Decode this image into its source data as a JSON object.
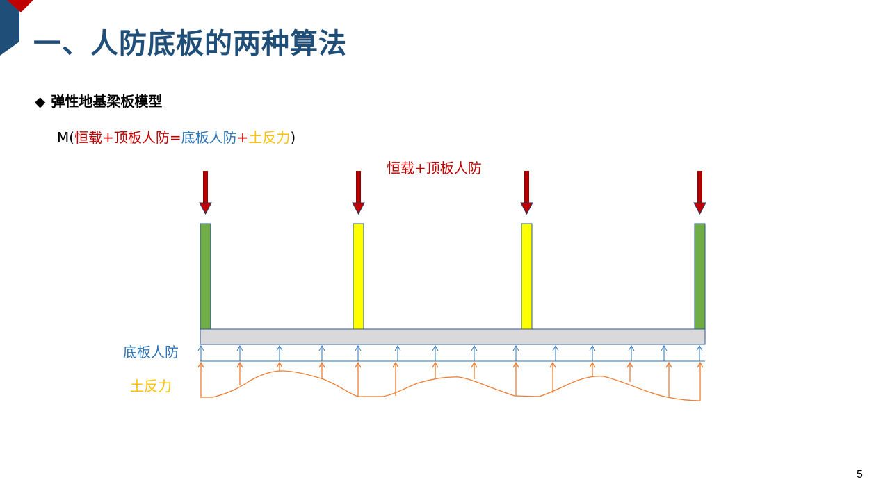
{
  "slide": {
    "title": "一、人防底板的两种算法",
    "bullet_symbol": "◆",
    "bullet_text": "弹性地基梁板模型",
    "formula": {
      "prefix": "M(",
      "part1": "恒载+顶板人防",
      "eq": "=",
      "part2": "底板人防",
      "plus": "+",
      "part3": "土反力",
      "suffix": ")"
    },
    "page_number": "5"
  },
  "diagram": {
    "top_load_label": "恒载+顶板人防",
    "blast_label": "底板人防",
    "soil_label": "土反力",
    "colors": {
      "load_arrow": "#c00000",
      "edge_column": "#70ad47",
      "mid_column": "#ffff00",
      "slab": "#d9d9d9",
      "blast": "#2e75b6",
      "soil": "#ed7d31",
      "title": "#1f4e79"
    }
  }
}
